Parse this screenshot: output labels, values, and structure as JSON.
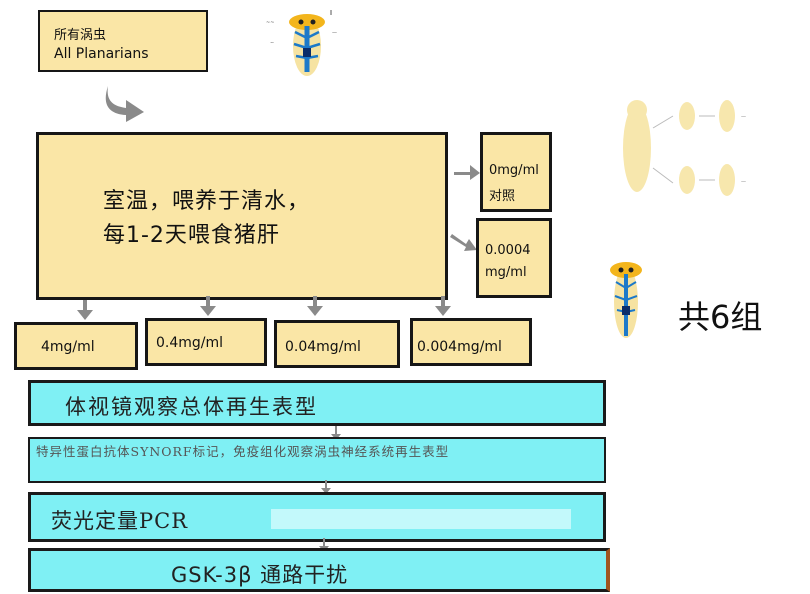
{
  "start": {
    "line1": "所有涡虫",
    "line2": "All Planarians"
  },
  "main": {
    "line1": "室温，喂养于清水，",
    "line2": "每1-2天喂食猪肝"
  },
  "right_groups": [
    {
      "line1": "0mg/ml",
      "line2": "对照"
    },
    {
      "line1": "0.0004",
      "line2": "mg/ml"
    }
  ],
  "bottom_groups": [
    "4mg/ml",
    "0.4mg/ml",
    "0.04mg/ml",
    "0.004mg/ml"
  ],
  "group_count_label": "共6组",
  "steps": [
    "体视镜观察总体再生表型",
    "特异性蛋白抗体SYNORF标记，免疫组化观察涡虫神经系统再生表型",
    "荧光定量PCR",
    "GSK-3β 通路干扰"
  ],
  "colors": {
    "box_fill": "#fae6a6",
    "step_fill": "#7ff0f4",
    "arrow": "#8a8a8a",
    "border": "#161616"
  }
}
